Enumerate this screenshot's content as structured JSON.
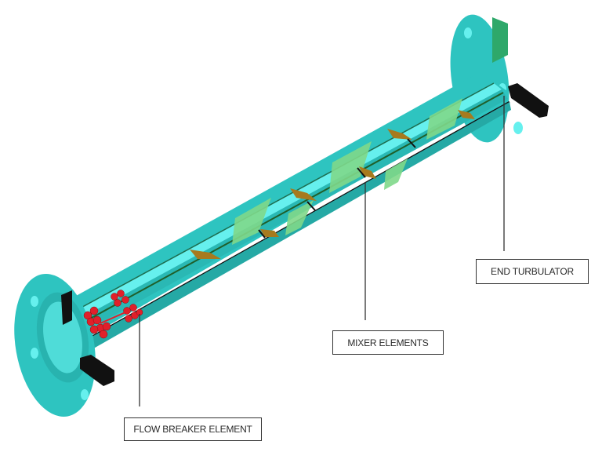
{
  "diagram": {
    "subject": "static mixer pipe assembly (cutaway)",
    "colors": {
      "pipe": "#2ec4c0",
      "pipe_light": "#66f0ee",
      "pipe_dark": "#1d9c98",
      "mixer_blade": "#7fd88a",
      "mixer_tab": "#a77a1e",
      "flow_breaker": "#e0202a",
      "gasket": "#111111"
    },
    "labels": [
      {
        "id": "flow-breaker",
        "text": "FLOW BREAKER ELEMENT"
      },
      {
        "id": "mixer-elements",
        "text": "MIXER ELEMENTS"
      },
      {
        "id": "end-turbulator",
        "text": "END TURBULATOR"
      }
    ]
  }
}
